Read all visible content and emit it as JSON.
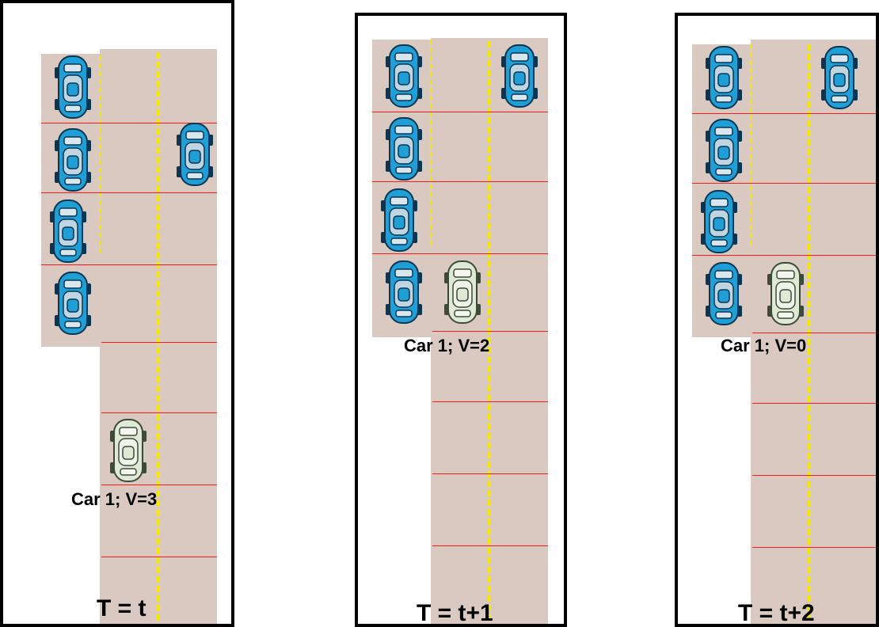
{
  "panels": [
    {
      "time_label": "T = t",
      "car_label": "Car 1; V=3"
    },
    {
      "time_label": "T = t+1",
      "car_label": "Car 1; V=2"
    },
    {
      "time_label": "T = t+2",
      "car_label": "Car 1; V=0"
    }
  ],
  "colors": {
    "road": "#d9c9c0",
    "cell_line": "#ff1a1a",
    "lane_marker": "#f5e800",
    "blue_car": "#1f9fd6",
    "test_car": "#dfe9d6"
  },
  "icons": {
    "blue_car": "car-icon",
    "test_car": "car-icon"
  }
}
